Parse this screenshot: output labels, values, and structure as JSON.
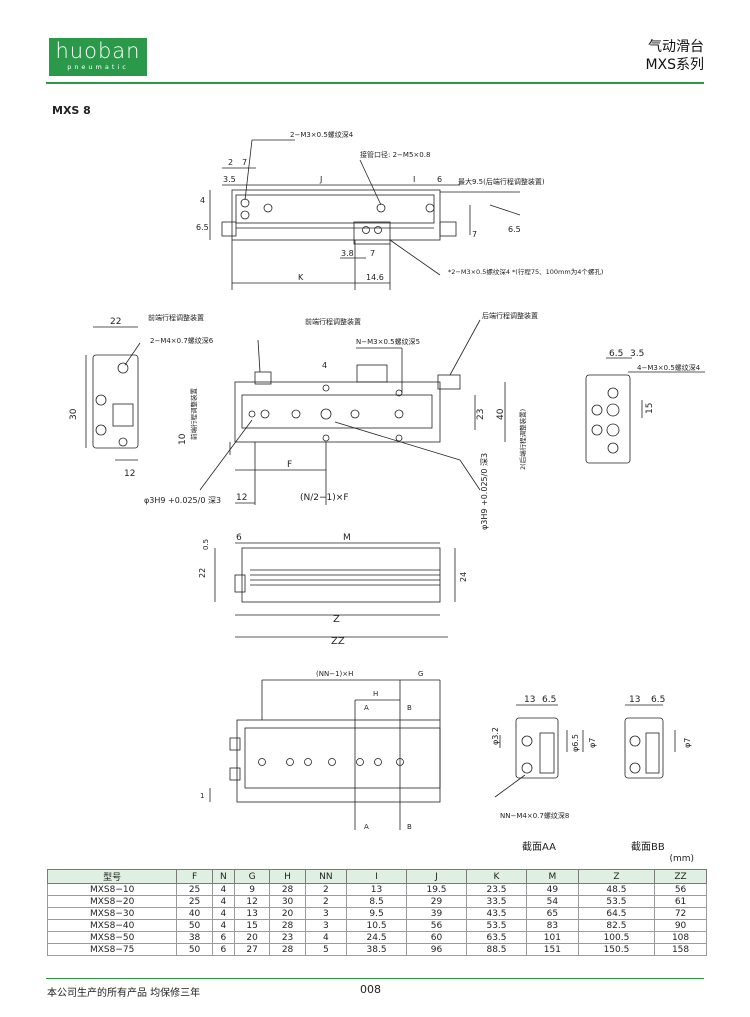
{
  "header": {
    "logo_text": "huoban",
    "logo_sub": "pneumatic",
    "title_line1": "气动滑台",
    "title_line2": "MXS系列",
    "brand_color": "#2a9a4a"
  },
  "model_label": "MXS 8",
  "drawing": {
    "top_view": {
      "callout_thread_top": "2−M3×0.5螺纹深4",
      "callout_port": "接管口径: 2−M5×0.8",
      "callout_max": "最大9.5(后端行程调整装置)",
      "callout_thread_bottom": "*2−M3×0.5螺纹深4 *(行程75、100mm为4个螺孔)",
      "dims": {
        "d2": "2",
        "d7": "7",
        "d35": "3.5",
        "dJ": "J",
        "dI": "I",
        "d6": "6",
        "d4": "4",
        "d65": "6.5",
        "d7r": "7",
        "d65r": "6.5",
        "d38": "3.8",
        "d7b": "7",
        "dK": "K",
        "d146": "14.6"
      }
    },
    "side_view": {
      "d22": "22",
      "callout_front_adj": "前端行程调整装置",
      "callout_thread": "2−M4×0.7螺纹深6",
      "d30": "30",
      "d12": "12"
    },
    "main_view": {
      "callout_front": "前端行程调整装置",
      "callout_rear": "后端行程调整装置",
      "callout_nm3": "N−M3×0.5螺纹深5",
      "d4": "4",
      "d23": "23",
      "d40": "40",
      "d10": "10",
      "vert_front": "前端行程调整装置",
      "vert_rear": "2(后端行程调整装置)",
      "dF": "F",
      "d12": "12",
      "formula": "(N/2−1)×F",
      "hole_left": "φ3H9 +0.025/0 深3",
      "hole_right": "φ3H9 +0.025/0 深3"
    },
    "right_view": {
      "d65": "6.5",
      "d35": "3.5",
      "callout_thread": "4−M3×0.5螺纹深4",
      "d15": "15"
    },
    "side_profile": {
      "d6": "6",
      "dM": "M",
      "d05": "0.5",
      "d22": "22",
      "d24": "24",
      "dZ": "Z",
      "dZZ": "ZZ"
    },
    "bottom_view": {
      "dNN": "(NN−1)×H",
      "dG": "G",
      "dH": "H",
      "dA": "A",
      "dB": "B",
      "d1": "1"
    },
    "sections": {
      "aa_13": "13",
      "aa_65": "6.5",
      "aa_32": "φ3.2",
      "aa_65v": "φ6.5",
      "aa_7": "φ7",
      "bb_13": "13",
      "bb_65": "6.5",
      "bb_7": "φ7",
      "nn_callout": "NN−M4×0.7螺纹深8",
      "caption_aa": "截面AA",
      "caption_bb": "截面BB"
    }
  },
  "unit": "(mm)",
  "table": {
    "headers": [
      "型号",
      "F",
      "N",
      "G",
      "H",
      "NN",
      "I",
      "J",
      "K",
      "M",
      "Z",
      "ZZ"
    ],
    "rows": [
      [
        "MXS8−10",
        "25",
        "4",
        "9",
        "28",
        "2",
        "13",
        "19.5",
        "23.5",
        "49",
        "48.5",
        "56"
      ],
      [
        "MXS8−20",
        "25",
        "4",
        "12",
        "30",
        "2",
        "8.5",
        "29",
        "33.5",
        "54",
        "53.5",
        "61"
      ],
      [
        "MXS8−30",
        "40",
        "4",
        "13",
        "20",
        "3",
        "9.5",
        "39",
        "43.5",
        "65",
        "64.5",
        "72"
      ],
      [
        "MXS8−40",
        "50",
        "4",
        "15",
        "28",
        "3",
        "10.5",
        "56",
        "53.5",
        "83",
        "82.5",
        "90"
      ],
      [
        "MXS8−50",
        "38",
        "6",
        "20",
        "23",
        "4",
        "24.5",
        "60",
        "63.5",
        "101",
        "100.5",
        "108"
      ],
      [
        "MXS8−75",
        "50",
        "6",
        "27",
        "28",
        "5",
        "38.5",
        "96",
        "88.5",
        "151",
        "150.5",
        "158"
      ]
    ]
  },
  "footer": {
    "warranty": "本公司生产的所有产品  均保修三年",
    "page_number": "008"
  }
}
